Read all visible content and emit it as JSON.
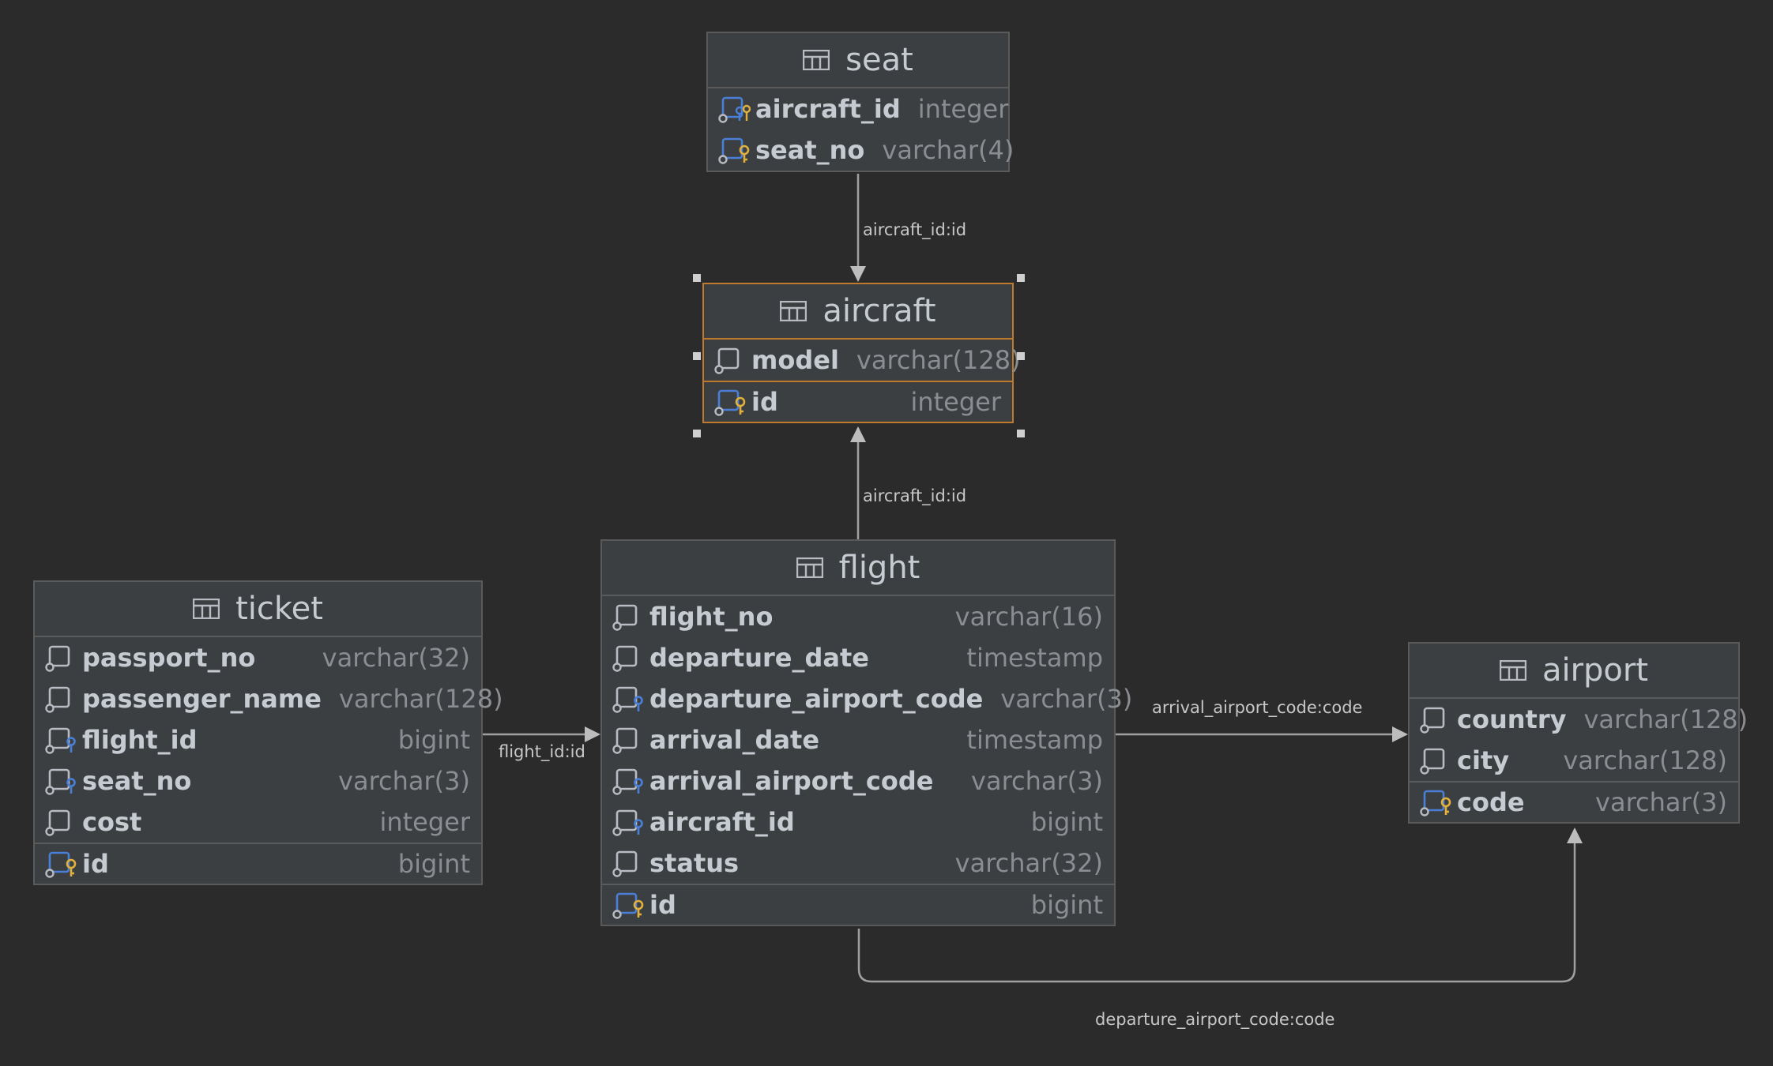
{
  "tables": {
    "seat": {
      "title": "seat",
      "columns": [
        {
          "name": "aircraft_id",
          "type": "integer",
          "icon": "pk-fk-column-icon"
        },
        {
          "name": "seat_no",
          "type": "varchar(4)",
          "icon": "primary-key-column-icon"
        }
      ]
    },
    "aircraft": {
      "title": "aircraft",
      "columns": [
        {
          "name": "model",
          "type": "varchar(128)",
          "icon": "column-icon"
        },
        {
          "name": "id",
          "type": "integer",
          "icon": "primary-key-column-icon"
        }
      ]
    },
    "flight": {
      "title": "flight",
      "columns": [
        {
          "name": "flight_no",
          "type": "varchar(16)",
          "icon": "column-icon"
        },
        {
          "name": "departure_date",
          "type": "timestamp",
          "icon": "column-icon"
        },
        {
          "name": "departure_airport_code",
          "type": "varchar(3)",
          "icon": "foreign-key-column-icon"
        },
        {
          "name": "arrival_date",
          "type": "timestamp",
          "icon": "column-icon"
        },
        {
          "name": "arrival_airport_code",
          "type": "varchar(3)",
          "icon": "foreign-key-column-icon"
        },
        {
          "name": "aircraft_id",
          "type": "bigint",
          "icon": "foreign-key-column-icon"
        },
        {
          "name": "status",
          "type": "varchar(32)",
          "icon": "column-icon"
        },
        {
          "name": "id",
          "type": "bigint",
          "icon": "primary-key-column-icon"
        }
      ]
    },
    "ticket": {
      "title": "ticket",
      "columns": [
        {
          "name": "passport_no",
          "type": "varchar(32)",
          "icon": "column-icon"
        },
        {
          "name": "passenger_name",
          "type": "varchar(128)",
          "icon": "column-icon"
        },
        {
          "name": "flight_id",
          "type": "bigint",
          "icon": "foreign-key-column-icon"
        },
        {
          "name": "seat_no",
          "type": "varchar(3)",
          "icon": "foreign-key-column-icon"
        },
        {
          "name": "cost",
          "type": "integer",
          "icon": "column-icon"
        },
        {
          "name": "id",
          "type": "bigint",
          "icon": "primary-key-column-icon"
        }
      ]
    },
    "airport": {
      "title": "airport",
      "columns": [
        {
          "name": "country",
          "type": "varchar(128)",
          "icon": "column-icon"
        },
        {
          "name": "city",
          "type": "varchar(128)",
          "icon": "column-icon"
        },
        {
          "name": "code",
          "type": "varchar(3)",
          "icon": "primary-key-column-icon"
        }
      ]
    }
  },
  "relations": {
    "seat_aircraft": "aircraft_id:id",
    "flight_aircraft": "aircraft_id:id",
    "ticket_flight": "flight_id:id",
    "flight_airport_arrival": "arrival_airport_code:code",
    "flight_airport_departure": "departure_airport_code:code"
  },
  "colors": {
    "background": "#2b2b2b",
    "table_fill": "#3c3f41",
    "border": "#5a5a5a",
    "selected_border": "#c07a2e",
    "key_gold": "#e2b13c",
    "key_blue": "#4a7fd8"
  }
}
